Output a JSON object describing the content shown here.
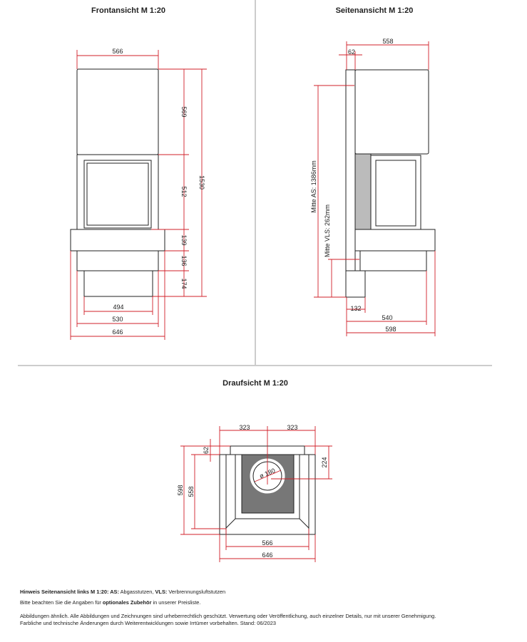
{
  "views": {
    "front": {
      "title": "Frontansicht M 1:20",
      "dims": {
        "width_top": "566",
        "h_hood": "569",
        "h_glass": "512",
        "h_base": "139",
        "h_mid": "136",
        "h_plinth": "174",
        "h_total": "1530",
        "w_plinth": "494",
        "w_mid": "530",
        "w_base": "646"
      }
    },
    "side": {
      "title": "Seitenansicht M 1:20",
      "dims": {
        "depth_top": "558",
        "wall": "62",
        "mitte_as": "Mitte AS: 1386mm",
        "mitte_vls": "Mitte VLS: 262mm",
        "plinth": "132",
        "d_mid": "540",
        "d_base": "598"
      }
    },
    "top": {
      "title": "Draufsicht M 1:20",
      "dims": {
        "half_left": "323",
        "half_right": "323",
        "offset": "62",
        "depth_total": "598",
        "depth_body": "558",
        "flue_offset": "224",
        "flue_diameter": "ø 180",
        "w_inner": "566",
        "w_outer": "646"
      }
    }
  },
  "notes": {
    "line1_bold": "Hinweis Seitenansicht links M 1:20: AS:",
    "line1_a": " Abgasstutzen, ",
    "line1_bold2": "VLS:",
    "line1_b": " Verbrennungsluftstutzen",
    "line2_a": "Bitte beachten Sie die Angaben für ",
    "line2_bold": "optionales Zubehör",
    "line2_b": " in unserer Preisliste.",
    "line3": "Abbildungen ähnlich. Alle Abbildungen und Zeichnungen sind urheberrechtlich geschützt. Verwertung oder Veröffentlichung, auch einzelner Details, nur mit unserer Genehmigung.",
    "line4": "Farbliche und technische Änderungen durch Weiterentwicklungen sowie Irrtümer vorbehalten. Stand: 06/2023"
  },
  "colors": {
    "dimension": "#d0202a",
    "outline": "#222222"
  }
}
